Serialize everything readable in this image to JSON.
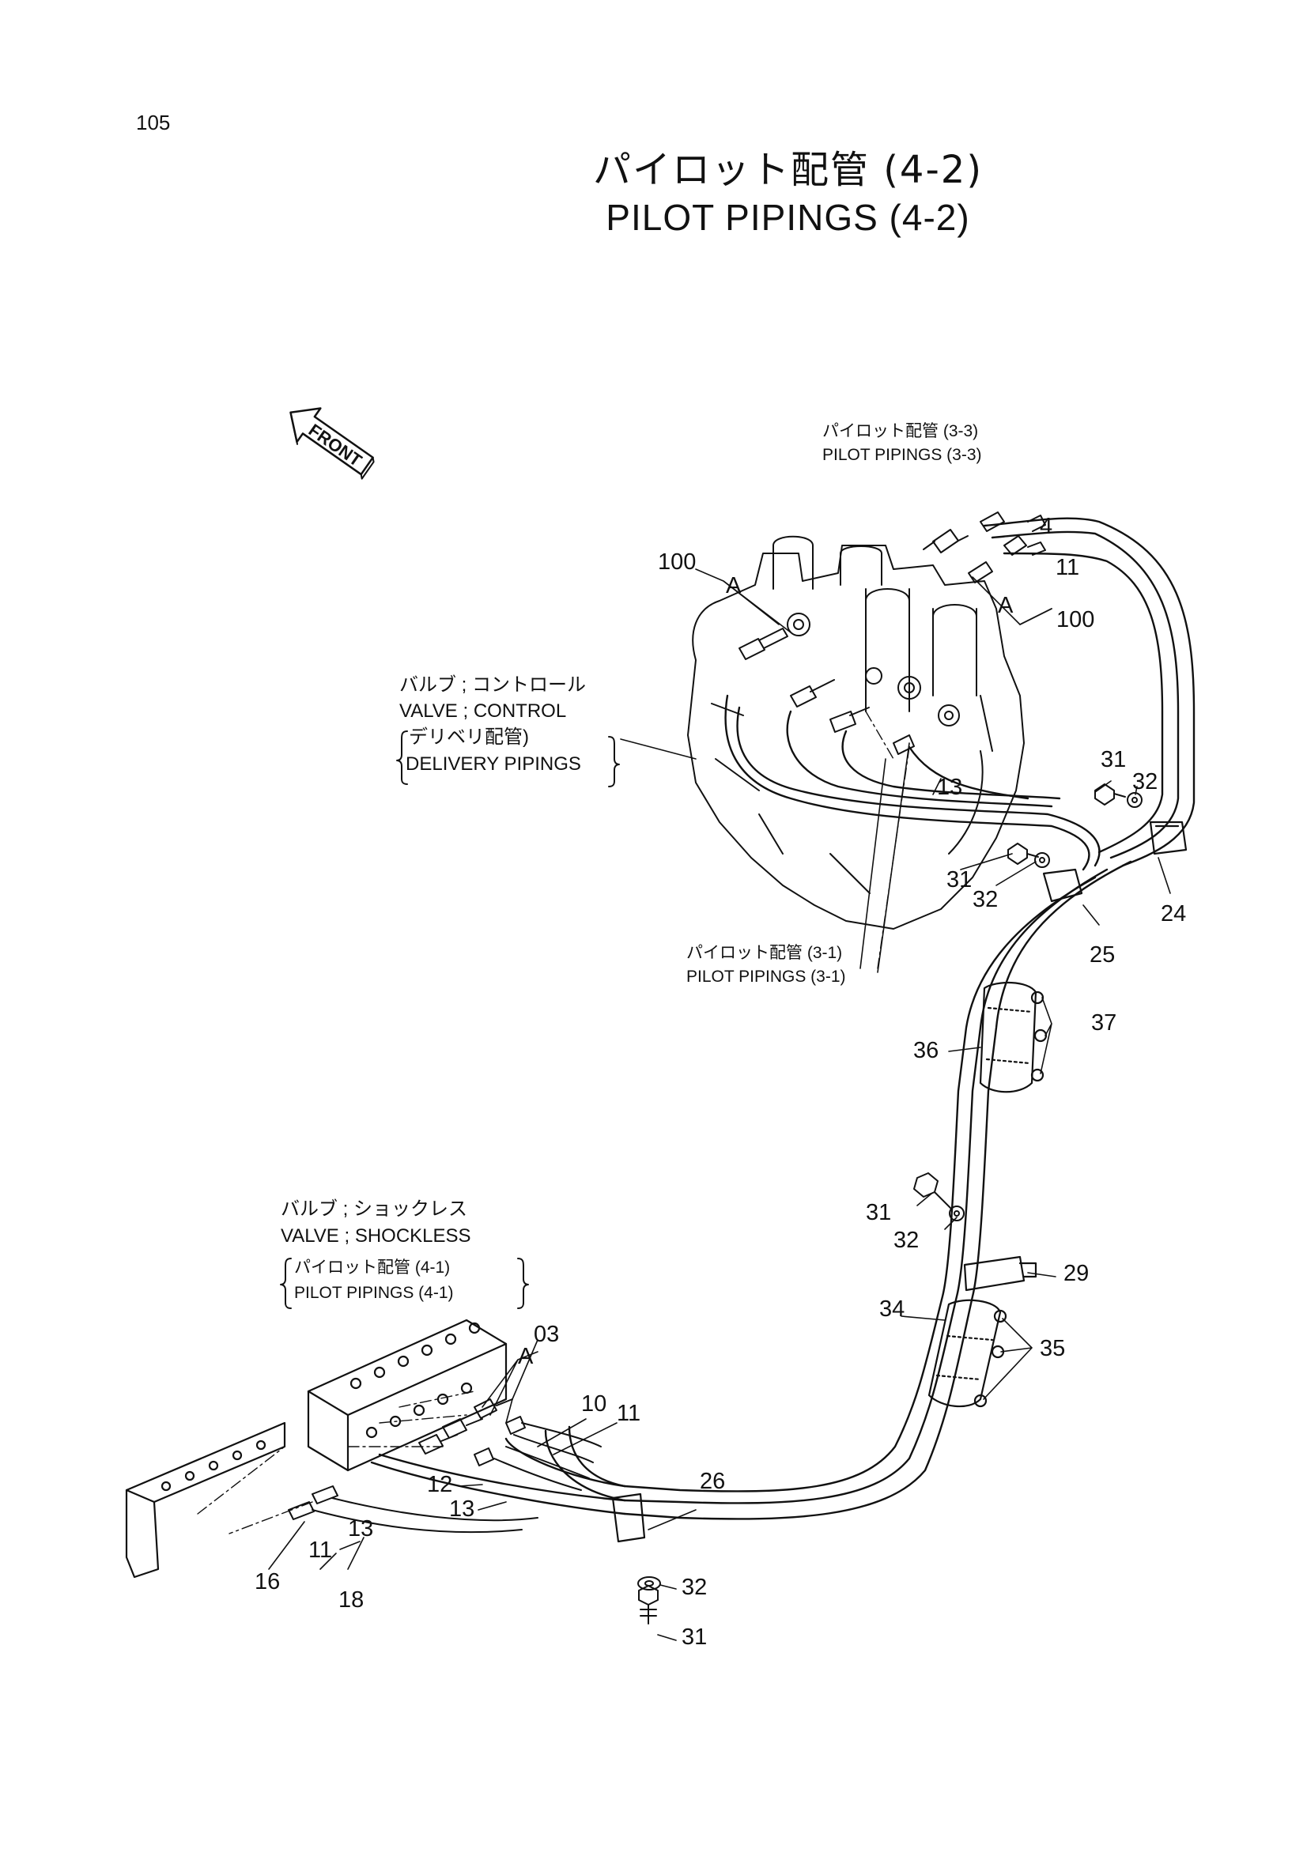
{
  "page": {
    "number": "105"
  },
  "title": {
    "jp": "パイロット配管 (4-2)",
    "en": "PILOT PIPINGS (4-2)"
  },
  "front_arrow": "FRONT",
  "refs": {
    "pp33_jp": "パイロット配管 (3-3)",
    "pp33_en": "PILOT PIPINGS (3-3)",
    "pp31_jp": "パイロット配管 (3-1)",
    "pp31_en": "PILOT PIPINGS (3-1)",
    "valve_control_jp": "バルブ ; コントロール",
    "valve_control_en": "VALVE ; CONTROL",
    "delivery_jp": "デリベリ配管)",
    "delivery_en": "DELIVERY PIPINGS",
    "valve_shock_jp": "バルブ ; ショックレス",
    "valve_shock_en": "VALVE ; SHOCKLESS",
    "pp41_jp": "パイロット配管 (4-1)",
    "pp41_en": "PILOT PIPINGS (4-1)"
  },
  "callouts": {
    "c100a": "100",
    "ca1": "A",
    "c100b": "100",
    "ca2": "A",
    "c11a": "11",
    "c4a": "4",
    "c31a": "31",
    "c32a": "32",
    "c24": "24",
    "c31b": "31",
    "c32b": "32",
    "c25": "25",
    "c13a": "13",
    "c37": "37",
    "c36": "36",
    "c31c": "31",
    "c32c": "32",
    "c29": "29",
    "c34": "34",
    "c35": "35",
    "c03": "03",
    "ca3": "A",
    "c10": "10",
    "c11b": "11",
    "c12": "12",
    "c13b": "13",
    "c26": "26",
    "c13c": "13",
    "c11c": "11",
    "c16": "16",
    "c18": "18",
    "c32d": "32",
    "c31d": "31"
  }
}
